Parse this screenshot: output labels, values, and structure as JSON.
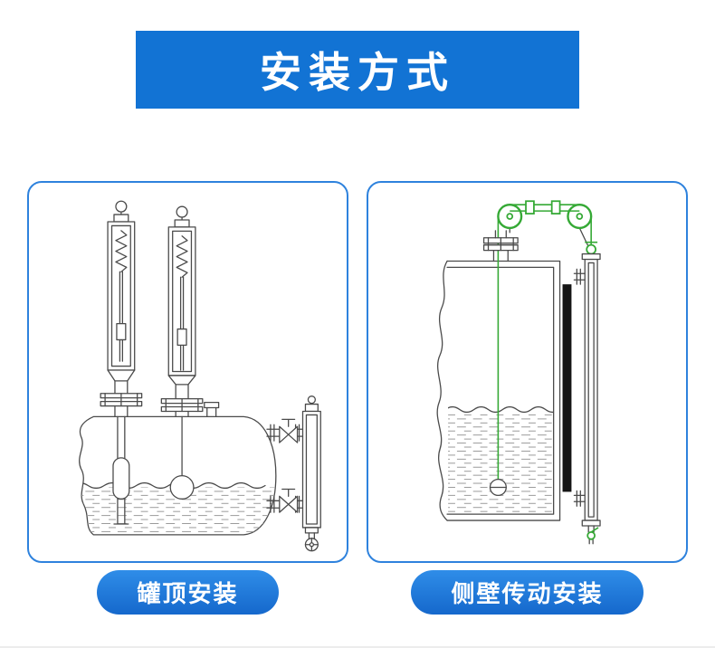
{
  "banner": {
    "title": "安装方式"
  },
  "panels": {
    "left": {
      "caption": "罐顶安装"
    },
    "right": {
      "caption": "侧壁传动安装"
    }
  },
  "colors": {
    "banner_bg": "#1273D4",
    "card_border": "#2E82DD",
    "pill_top": "#2F8DE8",
    "pill_bottom": "#1568CC",
    "diagram_line": "#4A4A4A",
    "accent_green": "#35A935",
    "indicator_black": "#151515",
    "liquid_hatch": "#9A9A9A"
  }
}
